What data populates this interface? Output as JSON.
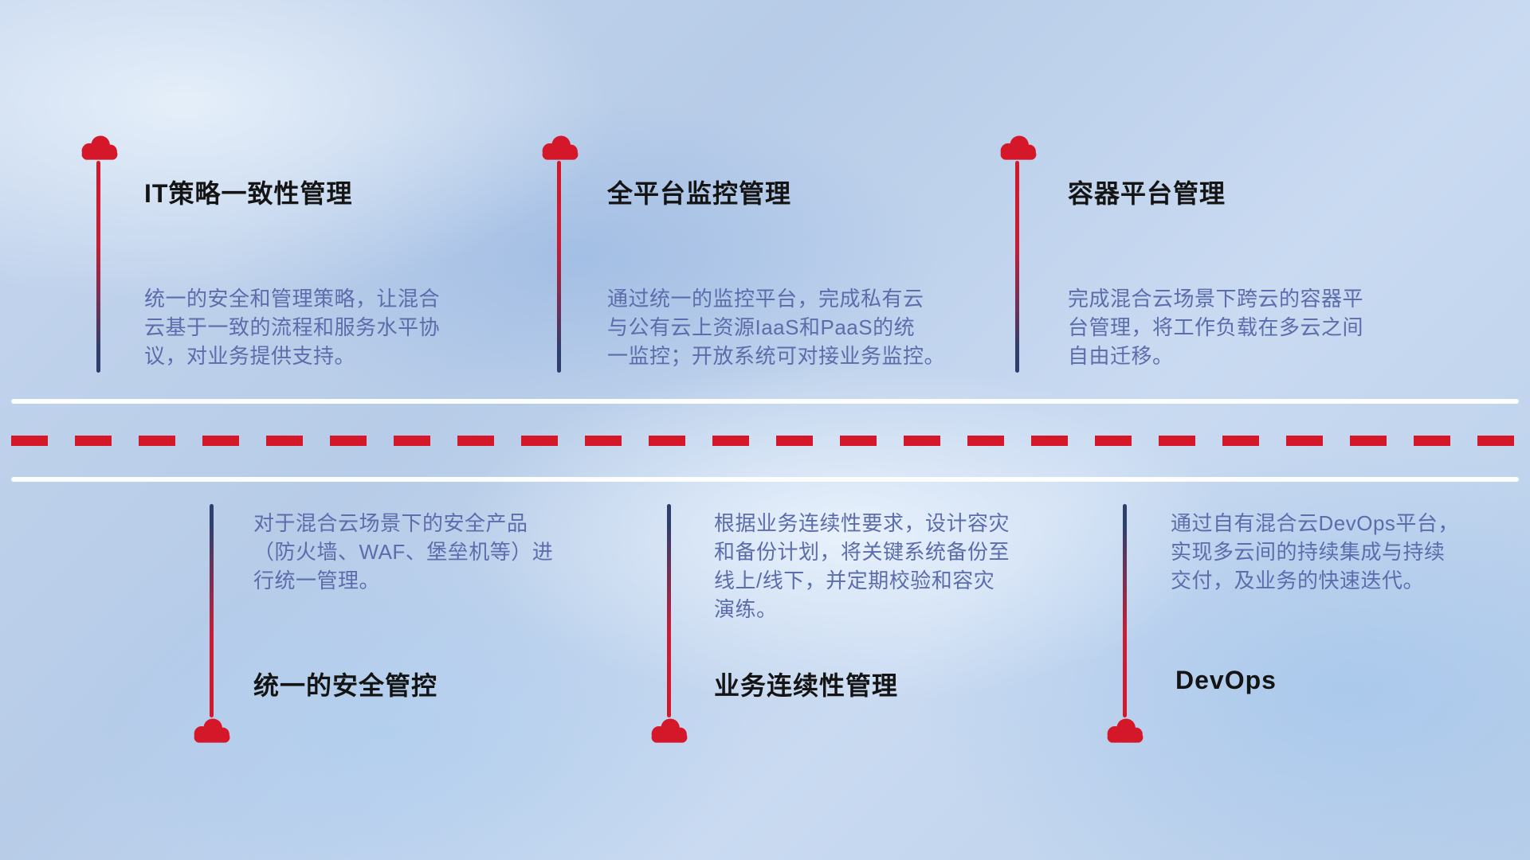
{
  "diagram": {
    "colors": {
      "accent_red": "#d5172a",
      "line_navy": "#2e3f6e",
      "desc_text": "#5d6cab",
      "title_text": "#141414"
    },
    "top_items": [
      {
        "title": "IT策略一致性管理",
        "desc": "统一的安全和管理策略，让混合\n云基于一致的流程和服务水平协\n议，对业务提供支持。"
      },
      {
        "title": "全平台监控管理",
        "desc": "通过统一的监控平台，完成私有云\n与公有云上资源IaaS和PaaS的统\n一监控；开放系统可对接业务监控。"
      },
      {
        "title": "容器平台管理",
        "desc": "完成混合云场景下跨云的容器平\n台管理，将工作负载在多云之间\n自由迁移。"
      }
    ],
    "bottom_items": [
      {
        "title": "统一的安全管控",
        "desc": "对于混合云场景下的安全产品\n（防火墙、WAF、堡垒机等）进\n行统一管理。"
      },
      {
        "title": "业务连续性管理",
        "desc": "根据业务连续性要求，设计容灾\n和备份计划，将关键系统备份至\n线上/线下，并定期校验和容灾\n演练。"
      },
      {
        "title": "DevOps",
        "desc": "通过自有混合云DevOps平台，\n实现多云间的持续集成与持续\n交付，及业务的快速迭代。"
      }
    ]
  }
}
